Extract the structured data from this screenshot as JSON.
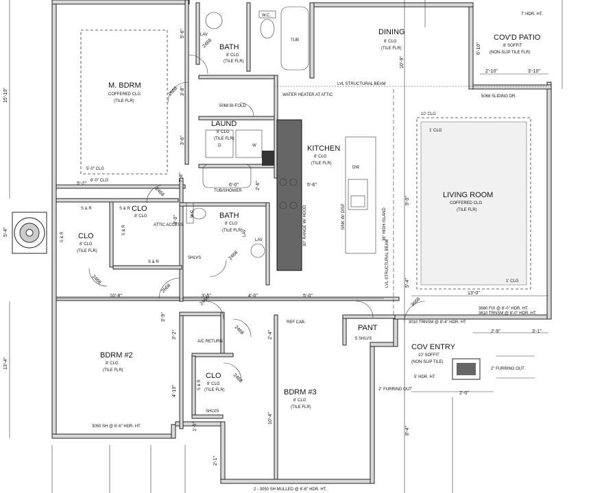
{
  "rooms": {
    "m_bdrm": {
      "name": "M. BDRM",
      "clg": "COFFERED CLG",
      "flr": "(TILE FLR)",
      "clg2": "5'-0\" CLG",
      "clg3": "8'-0\" CLG"
    },
    "bath1": {
      "name": "BATH",
      "clg": "8' CLG",
      "flr": "(TILE FLR)"
    },
    "dining": {
      "name": "DINING",
      "clg": "8' CLG",
      "flr": "(TILE FLR)"
    },
    "patio": {
      "name": "COV'D PATIO",
      "clg": "8' SOFFIT",
      "flr": "(NON-SLIP TILE FLR)"
    },
    "laund": {
      "name": "LAUND",
      "clg": "8' CLG",
      "flr": "(TILE FLR)"
    },
    "kitchen": {
      "name": "KITCHEN",
      "clg": "8' CLG",
      "flr": "(TILE FLR)"
    },
    "living": {
      "name": "LIVING ROOM",
      "clg": "COFFERED CLG",
      "flr": "(TILE FLR)",
      "clg2": "10' CLG",
      "clg3": "1' CLG",
      "clg4": "1' CLG"
    },
    "clo1": {
      "name": "CLO",
      "clg": "8' CLG",
      "flr": "(TILE FLR)"
    },
    "clo2": {
      "name": "CLO",
      "clg": "8' CLG"
    },
    "bath2": {
      "name": "BATH",
      "clg": "8' CLG",
      "flr": "(TILE FLR)"
    },
    "bdrm2": {
      "name": "BDRM #2",
      "clg": "8' CLG",
      "flr": "(TILE FLR)"
    },
    "clo3": {
      "name": "CLO",
      "clg": "8' CLG",
      "flr": "(TILE FLR)"
    },
    "bdrm3": {
      "name": "BDRM #3",
      "clg": "8' CLG",
      "flr": "(TILE FLR)"
    },
    "pant": {
      "name": "PANT",
      "shlvs": "5 SHLVS"
    },
    "cov_entry": {
      "name": "COV ENTRY",
      "clg": "10' SOFFIT",
      "flr": "(NON-SLIP TILE)"
    }
  },
  "labels": {
    "wc1": "W.C.",
    "wc2": "W.C.",
    "tub": "TUB",
    "tub_shower": "TUB/SHOWER",
    "lav1": "LAV",
    "lav2": "LAV",
    "lav3": "LAV",
    "d": "D",
    "w": "W",
    "water_heater": "WATER HEATER AT ATTIC",
    "bifold": "5068 BI-FOLD",
    "beam1": "LVL STRUCTURAL BEAM",
    "beam2": "LVL STRUCTURAL BEAM",
    "sliding": "5068 SLIDING DR.",
    "range": "30\" RANGE W/ HOOD",
    "sink": "SINK W/ DISP",
    "high_island": "36\" HIGH ISLAND",
    "dw": "DW",
    "attic": "ATTIC ACCESS",
    "ac": "A/C RETURN",
    "ref": "REF CAB.",
    "shlvs1": "SHLVS",
    "shlvs2": "SHLVS",
    "sr1": "S & R",
    "sr2": "S & R",
    "sr3": "S & R",
    "sr4": "S & R",
    "sr5": "S & R",
    "sr6": "S & R",
    "window_bot": "2 - 3050 SH MULLED @ 6'-6\" HDR. HT.",
    "window_bdrm2": "3050 SH @ 6'-6\" HDR. HT.",
    "window_living": "3680 FIX @ 8'-0\" HDR. HT.",
    "window_living2": "3610 TRNSM @ 8'-0\" HDR. HT.",
    "transom": "3010 TRNSM @ 8'-4\" HDR. HT.",
    "hdr": "5' HDR. HT.",
    "furout1": "2\" FURRING OUT",
    "furout2": "2\" FURRING OUT",
    "hdr_ht": "7' HDR. HT."
  },
  "dims": {
    "d15_10": "15'-10\"",
    "d13_4": "13'-4\"",
    "d5_4": "5'-4\"",
    "d10_8": "10'-8\"",
    "d5_2": "5'-2\"",
    "d5_6a": "5'-6\"",
    "d3_8": "3'-8\"",
    "d3_6": "3'-6\"",
    "d10_9": "10'-9\"",
    "d6_10": "6'-10\"",
    "d2_10": "2'-10\"",
    "d3_10": "3'-10\"",
    "d9_0": "9'-0\"",
    "d13_0": "13'-0\"",
    "d5_4b": "5'-4\"",
    "d8_4": "8'-4\"",
    "d10_4": "10'-4\"",
    "d4_0": "4'-0\"",
    "d5_0": "5'-0\"",
    "d3_2": "3'-2\"",
    "d2_9": "2'-9\"",
    "d3_1": "3'-1\"",
    "d2_4": "2'-4\"",
    "d2_0": "2'-0\"",
    "d1_6": "1'-6\"",
    "d6_0": "6'-0\"",
    "d2_6": "2'-6\"",
    "d5_6b": "5'-6\"",
    "d3_0": "3'-0\"",
    "d3_9": "3'-9\"",
    "d4_10": "4'-10\"",
    "d3_5": "3'-5\"",
    "d7_8": "7'-8\"",
    "d2_1": "2'-1\""
  },
  "doors": {
    "dr1": "2468",
    "dr2": "2668",
    "dr3": "2468",
    "dr4": "2468",
    "dr5": "2668",
    "dr6": "2468",
    "dr7": "2468",
    "dr8": "2468",
    "dr9": "3668",
    "dr10": "2468"
  }
}
